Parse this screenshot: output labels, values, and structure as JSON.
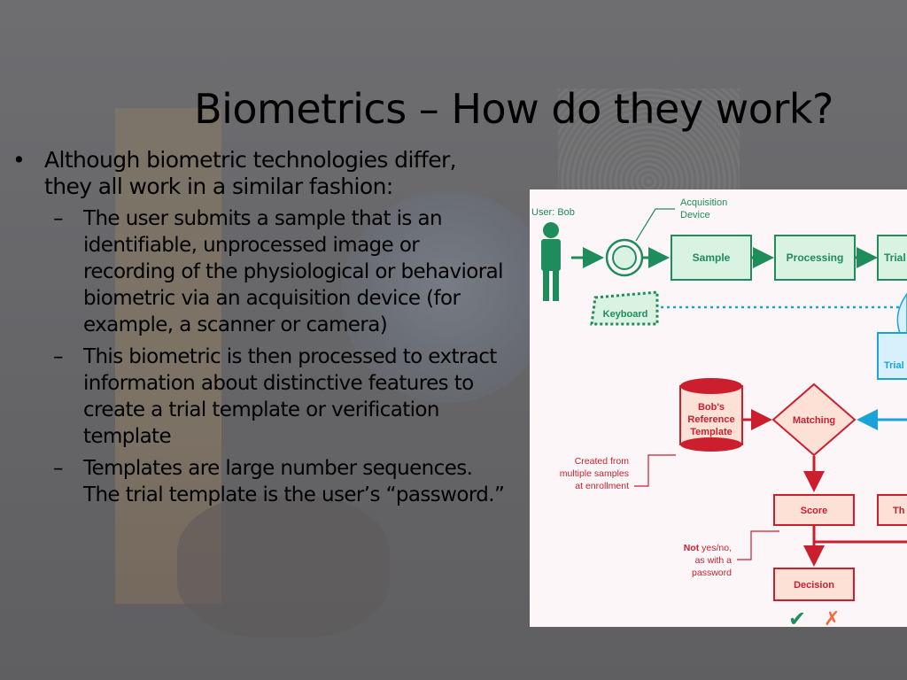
{
  "slide": {
    "title": "Biometrics – How do they work?",
    "bullet_main": "Although biometric technologies differ, they all work in a similar fashion:",
    "sub_bullets": [
      "The user submits a sample that is an identifiable, unprocessed image or recording of the physiological or behavioral biometric via an acquisition device (for example, a scanner or camera)",
      "This biometric is then processed to extract information about distinctive features to create a trial template or verification template",
      "Templates are large number sequences.  The trial template is the user’s “password.”"
    ]
  },
  "diagram": {
    "user_label": "User: Bob",
    "acquisition_device_label": "Acquisition Device",
    "sample": "Sample",
    "processing": "Processing",
    "trial_top": "Trial",
    "keyboard": "Keyboard",
    "trial_right": "Trial",
    "reference_template": [
      "Bob's",
      "Reference",
      "Template"
    ],
    "matching": "Matching",
    "created_note": [
      "Created from",
      "multiple samples",
      "at enrollment"
    ],
    "score": "Score",
    "threshold_partial": "Th",
    "not_note_bold": "Not",
    "not_note_rest": " yes/no,",
    "not_note_lines": [
      "as with a",
      "password"
    ],
    "decision": "Decision",
    "check_icon": "✔",
    "cross_icon": "✗",
    "colors": {
      "green": "#1f8c5c",
      "green_fill": "#d9f2e2",
      "red": "#cc1f2d",
      "red_fill": "#fde0d6",
      "blue": "#1aa3d9",
      "blue_fill": "#d7f0fb"
    }
  }
}
